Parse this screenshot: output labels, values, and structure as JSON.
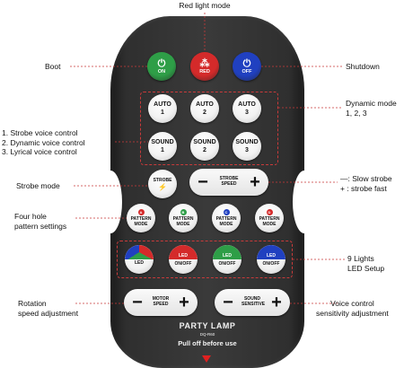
{
  "callouts": {
    "red_light_mode": "Red light mode",
    "boot": "Boot",
    "shutdown": "Shutdown",
    "dynamic_mode": [
      "Dynamic mode",
      "1, 2, 3"
    ],
    "voice_control": [
      "1. Strobe voice control",
      "2. Dynamic voice control",
      "3. Lyrical voice control"
    ],
    "strobe_mode": "Strobe mode",
    "strobe_speed": [
      "—: Slow strobe",
      "+ : strobe fast"
    ],
    "four_hole": [
      "Four hole",
      "pattern settings"
    ],
    "nine_lights": [
      "9 Lights",
      "LED Setup"
    ],
    "rotation": [
      "Rotation",
      "speed adjustment"
    ],
    "voice_sensitivity": [
      "Voice control",
      "sensitivity adjustment"
    ]
  },
  "remote": {
    "power_buttons": [
      {
        "glyph": "⏻",
        "caption": "ON",
        "color": "#2e9e47"
      },
      {
        "glyph": "⁂",
        "caption": "RED",
        "color": "#d42a2a"
      },
      {
        "glyph": "⏻",
        "caption": "OFF",
        "color": "#2040c0"
      }
    ],
    "auto_buttons": [
      {
        "line1": "AUTO",
        "line2": "1"
      },
      {
        "line1": "AUTO",
        "line2": "2"
      },
      {
        "line1": "AUTO",
        "line2": "3"
      }
    ],
    "sound_buttons": [
      {
        "line1": "SOUND",
        "line2": "1"
      },
      {
        "line1": "SOUND",
        "line2": "2"
      },
      {
        "line1": "SOUND",
        "line2": "3"
      }
    ],
    "strobe_button": {
      "line1": "STROBE",
      "line2": "⚡"
    },
    "strobe_speed": {
      "minus": "−",
      "label": [
        "STROBE",
        "SPEED"
      ],
      "plus": "+"
    },
    "pattern_buttons": [
      {
        "dot": "A",
        "dot_color": "#d42a2a",
        "line1": "PATTERN",
        "line2": "MODE"
      },
      {
        "dot": "B",
        "dot_color": "#2e9e47",
        "line1": "PATTERN",
        "line2": "MODE"
      },
      {
        "dot": "C",
        "dot_color": "#2040c0",
        "line1": "PATTERN",
        "line2": "MODE"
      },
      {
        "dot": "D",
        "dot_color": "#d42a2a",
        "line1": "PATTERN",
        "line2": "MODE"
      }
    ],
    "led_buttons": [
      {
        "line1": "LED",
        "line2": "",
        "color": "multicolor"
      },
      {
        "line1": "LED",
        "line2": "ON/OFF",
        "color": "#d42a2a"
      },
      {
        "line1": "LED",
        "line2": "ON/OFF",
        "color": "#2e9e47"
      },
      {
        "line1": "LED",
        "line2": "ON/OFF",
        "color": "#2040c0"
      }
    ],
    "motor_speed": {
      "minus": "−",
      "label": [
        "MOTOR",
        "SPEED"
      ],
      "plus": "+"
    },
    "sound_sensitive": {
      "minus": "−",
      "label": [
        "SOUND",
        "SENSITIVE"
      ],
      "plus": "+"
    },
    "brand": "PARTY LAMP",
    "model": "DQ-R60",
    "pull_text": "Pull off before use"
  },
  "colors": {
    "leader_line": "#c93a3a",
    "body": "#333333"
  }
}
